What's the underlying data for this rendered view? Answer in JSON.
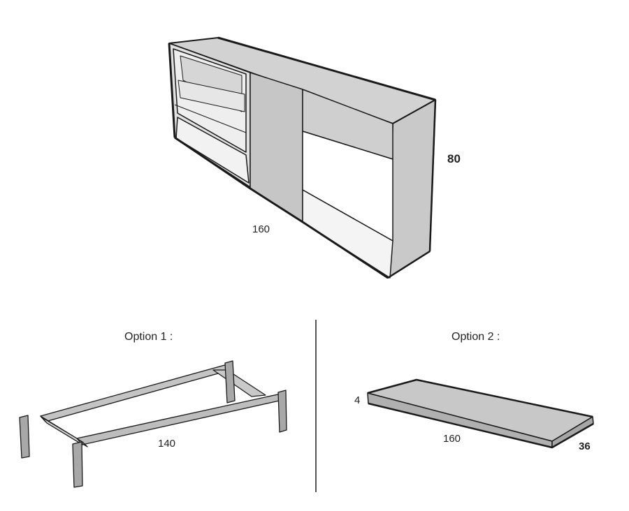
{
  "sideboard": {
    "width_label": "160",
    "height_label": "80"
  },
  "option1": {
    "title": "Option 1 :",
    "length_label": "140"
  },
  "option2": {
    "title": "Option 2 :",
    "thickness_label": "4",
    "length_label": "160",
    "depth_label": "36"
  },
  "colors": {
    "outline": "#1a1a1a",
    "panel_gray": "#c8c8c8",
    "panel_light": "#e6e6e6",
    "panel_white": "#ffffff"
  }
}
